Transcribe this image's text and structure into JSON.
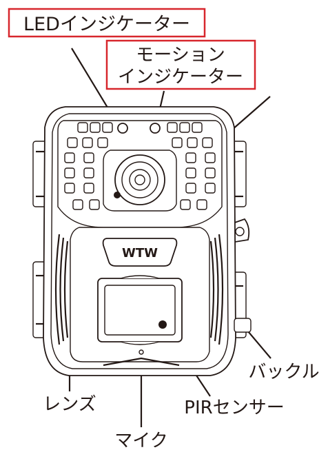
{
  "labels": {
    "led_indicator": "LEDインジケーター",
    "motion_indicator_line1": "モーション",
    "motion_indicator_line2": "インジケーター",
    "lens": "レンズ",
    "mic": "マイク",
    "pir_sensor": "PIRセンサー",
    "buckle": "バックル",
    "brand_logo": "WTW"
  },
  "colors": {
    "callout_border": "#d7262c",
    "line": "#231815",
    "background": "#ffffff"
  }
}
